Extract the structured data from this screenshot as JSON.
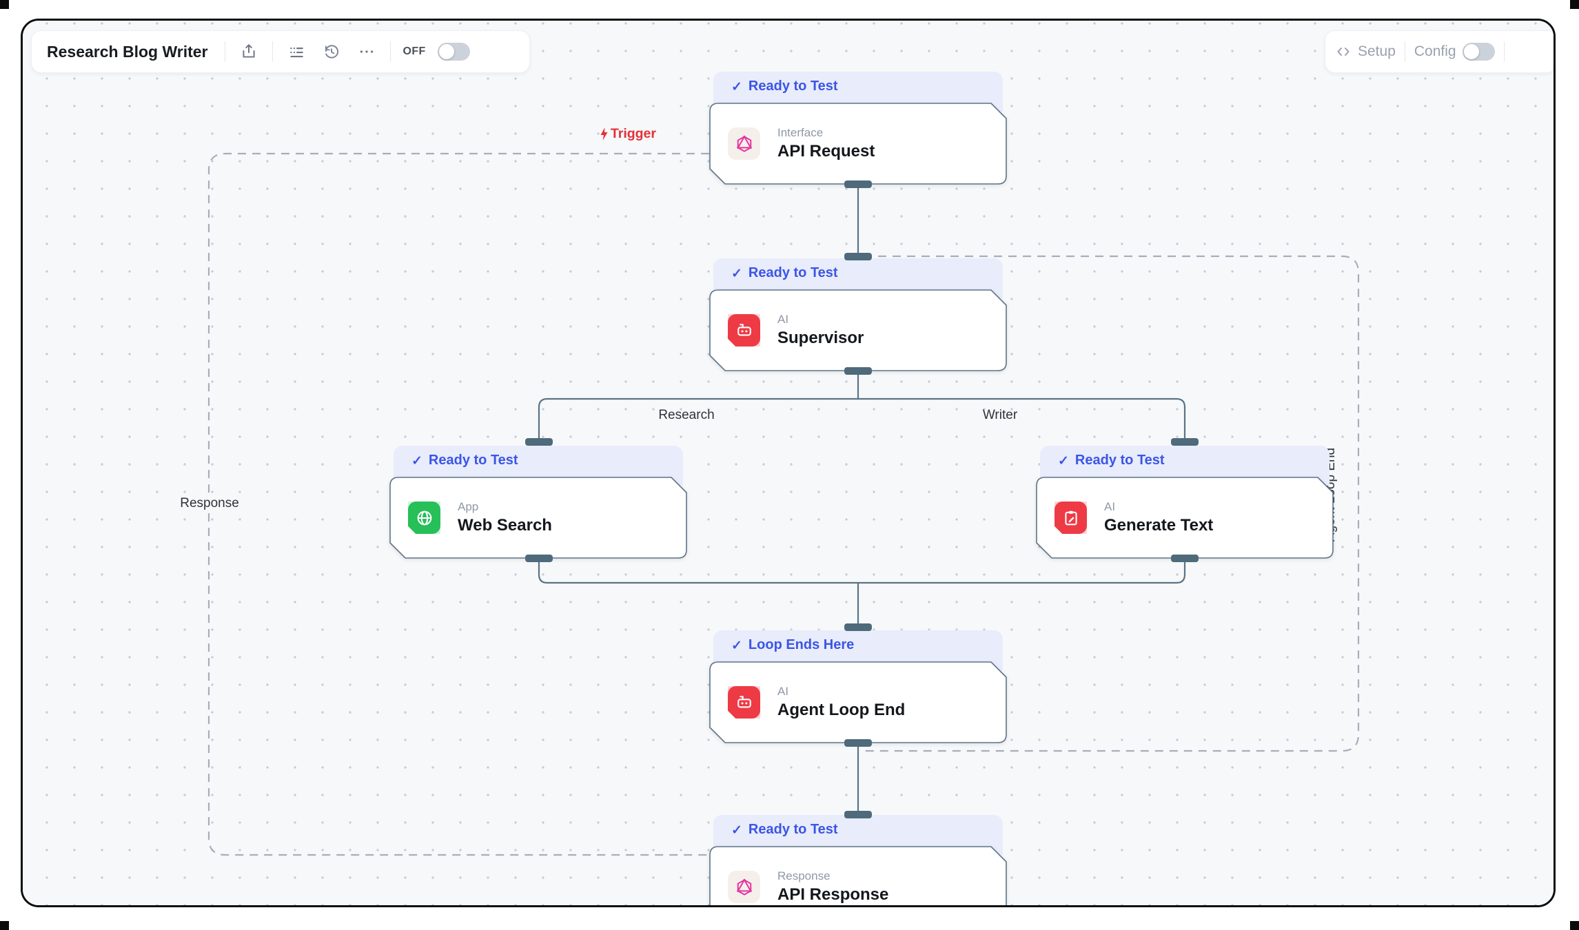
{
  "glyphs": {
    "check": "✓"
  },
  "toolbar": {
    "title": "Research Blog Writer",
    "off_label": "OFF",
    "share_icon": "share-export-icon",
    "list_icon": "run-list-icon",
    "history_icon": "history-icon",
    "more_icon": "more-options-icon"
  },
  "topbar_right": {
    "setup_label": "Setup",
    "config_label": "Config"
  },
  "canvas": {
    "trigger_label": "Trigger",
    "edge_labels": {
      "research": "Research",
      "writer": "Writer",
      "response": "Response",
      "agent_loop": "Agent Loop End"
    }
  },
  "nodes": [
    {
      "id": "api-request",
      "badge": "Ready to Test",
      "category": "Interface",
      "title": "API Request",
      "icon": "network-icon"
    },
    {
      "id": "supervisor",
      "badge": "Ready to Test",
      "category": "AI",
      "title": "Supervisor",
      "icon": "robot-icon"
    },
    {
      "id": "web-search",
      "badge": "Ready to Test",
      "category": "App",
      "title": "Web Search",
      "icon": "globe-icon"
    },
    {
      "id": "generate-text",
      "badge": "Ready to Test",
      "category": "AI",
      "title": "Generate Text",
      "icon": "clipboard-pen-icon"
    },
    {
      "id": "agent-loop-end",
      "badge": "Loop Ends Here",
      "category": "AI",
      "title": "Agent Loop End",
      "icon": "robot-icon"
    },
    {
      "id": "api-response",
      "badge": "Ready to Test",
      "category": "Response",
      "title": "API Response",
      "icon": "network-icon"
    }
  ],
  "colors": {
    "accent_blue": "#3b55e6",
    "badge_bg": "#e8ecfb",
    "node_red": "#ee3a44",
    "node_green": "#26bf58",
    "node_magenta": "#e5359f",
    "edge_slate": "#5a7385",
    "dashed_gray": "#a7aeb9",
    "trigger_red": "#e23137",
    "canvas_bg": "#f7f8fa"
  }
}
